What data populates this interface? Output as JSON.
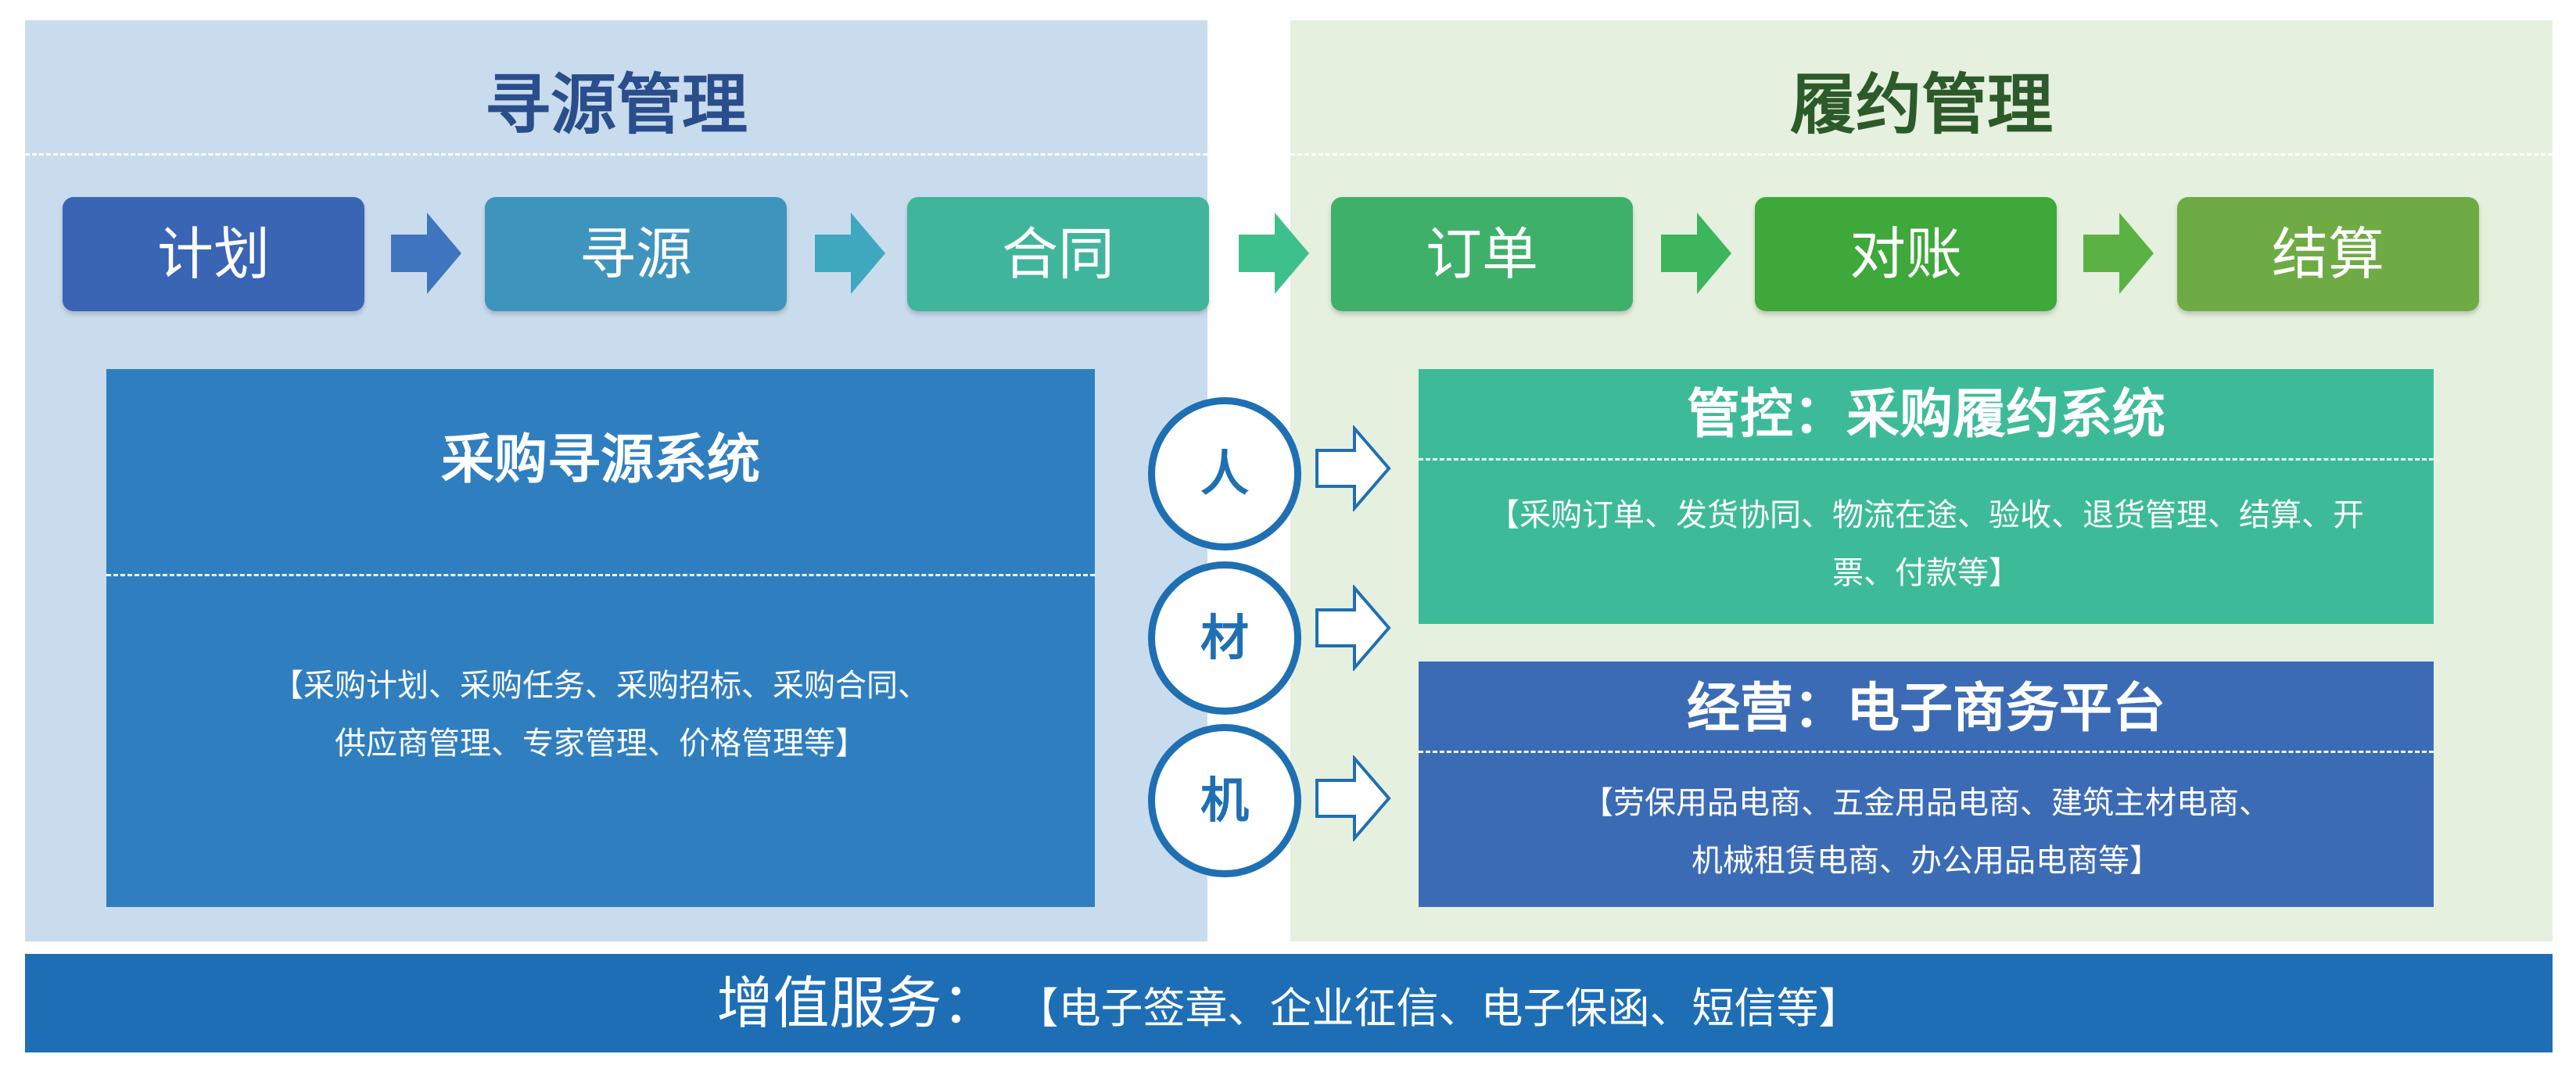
{
  "sections": {
    "sourcing_title": "寻源管理",
    "fulfillment_title": "履约管理"
  },
  "flow": {
    "steps": [
      {
        "label": "计划",
        "color": "#3a65b5"
      },
      {
        "label": "寻源",
        "color": "#3f94be"
      },
      {
        "label": "合同",
        "color": "#3fb59c"
      },
      {
        "label": "订单",
        "color": "#3fb06a"
      },
      {
        "label": "对账",
        "color": "#3ea83a"
      },
      {
        "label": "结算",
        "color": "#6fab45"
      }
    ],
    "arrow_colors": [
      "#3f74bf",
      "#3fa8bf",
      "#3ec08c",
      "#3cb55c",
      "#5bb144"
    ]
  },
  "sourcing_system": {
    "title": "采购寻源系统",
    "desc_line1": "【采购计划、采购任务、采购招标、采购合同、",
    "desc_line2": "供应商管理、专家管理、价格管理等】",
    "color": "#2f7fc0"
  },
  "resources": {
    "items": [
      "人",
      "材",
      "机"
    ],
    "color": "#1f6fb3"
  },
  "control_system": {
    "title": "管控：采购履约系统",
    "desc_line1": "【采购订单、发货协同、物流在途、验收、退货管理、结算、开",
    "desc_line2": "票、付款等】",
    "color": "#3dbb99"
  },
  "ecommerce_platform": {
    "title": "经营：电子商务平台",
    "desc_line1": "【劳保用品电商、五金用品电商、建筑主材电商、",
    "desc_line2": "机械租赁电商、办公用品电商等】",
    "color": "#3c6bb6"
  },
  "value_added": {
    "label": "增值服务：",
    "items": "【电子签章、企业征信、电子保函、短信等】",
    "color": "#1e6eb6"
  }
}
